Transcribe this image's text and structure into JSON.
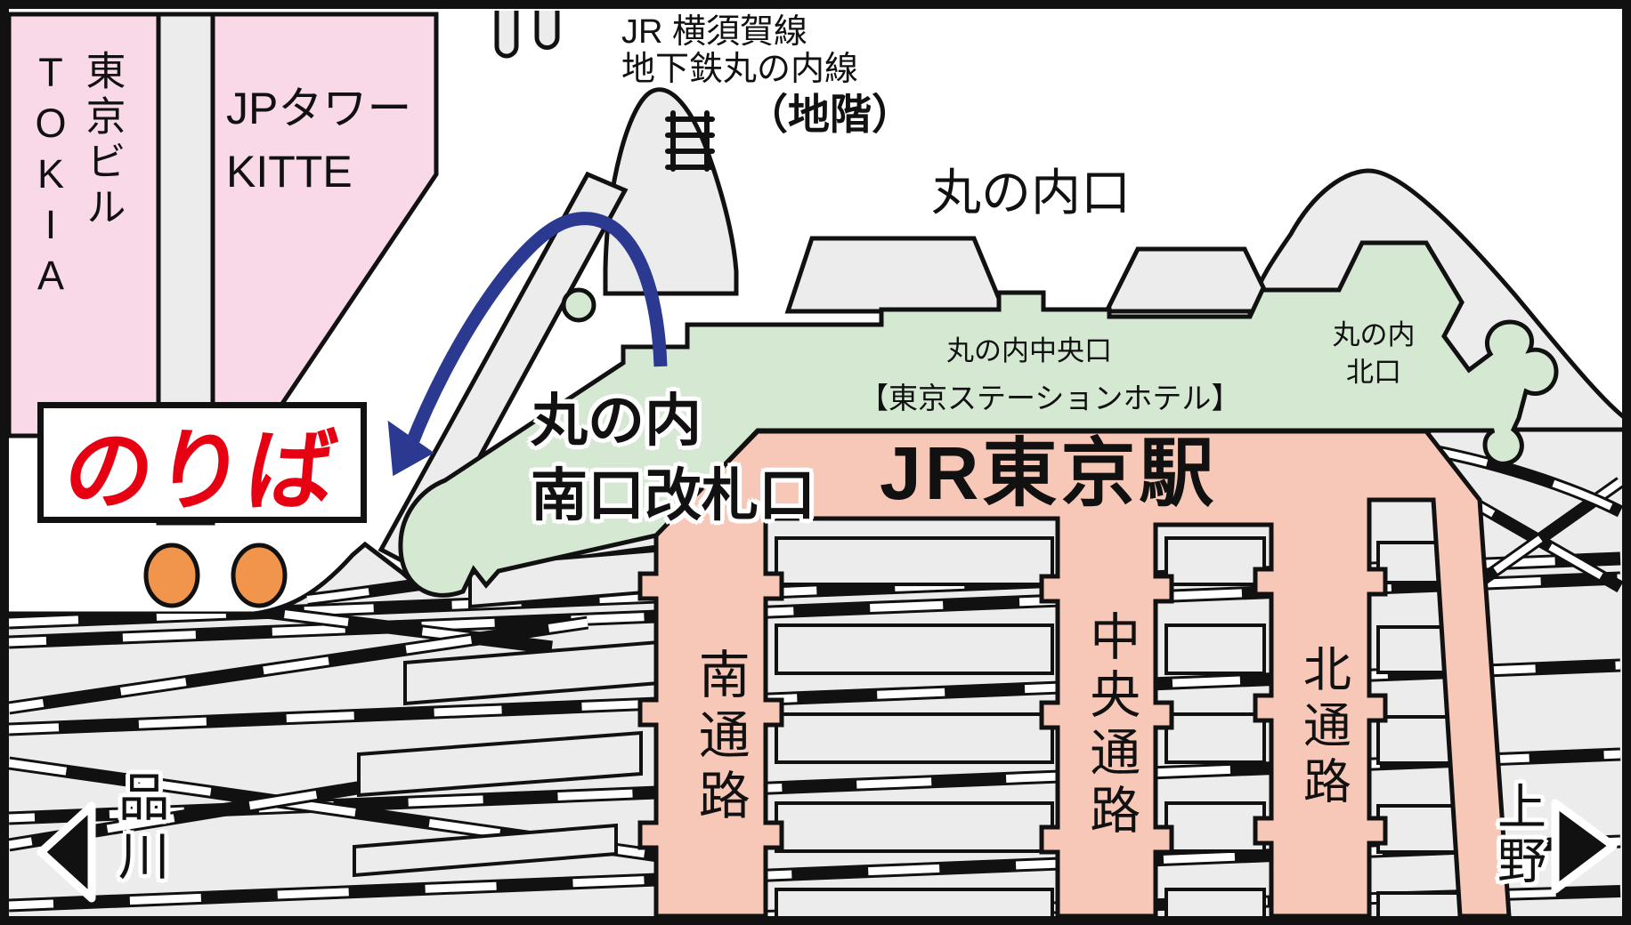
{
  "map": {
    "buildings": {
      "tokia_jp": "東京ビル",
      "tokia_en": "TOKIA",
      "jp_tower_line1": "JPタワー",
      "jp_tower_line2": "KITTE"
    },
    "transit_note": {
      "jr_yokosuka": "JR 横須賀線",
      "subway_marunouchi": "地下鉄丸の内線",
      "basement": "（地階）"
    },
    "station": {
      "name": "JR東京駅",
      "hotel": "【東京ステーションホテル】",
      "marunouchi_exit": "丸の内口",
      "central_exit": "丸の内中央口",
      "north_exit_line1": "丸の内",
      "north_exit_line2": "北口",
      "south_gate_line1": "丸の内",
      "south_gate_line2": "南口改札口"
    },
    "boarding": {
      "label": "のりば"
    },
    "passages": {
      "south": "南通路",
      "central": "中央通路",
      "north": "北通路"
    },
    "directions": {
      "left": "品川",
      "right": "上野"
    },
    "colors": {
      "building_pink": "#F9D8E8",
      "station_green": "#D5E8D2",
      "station_salmon": "#F7C8B8",
      "road_gray": "#ECECEC",
      "boarding_red": "#E60012",
      "route_arrow_blue": "#2B3A90",
      "boarding_dot_orange": "#F0954B"
    }
  }
}
